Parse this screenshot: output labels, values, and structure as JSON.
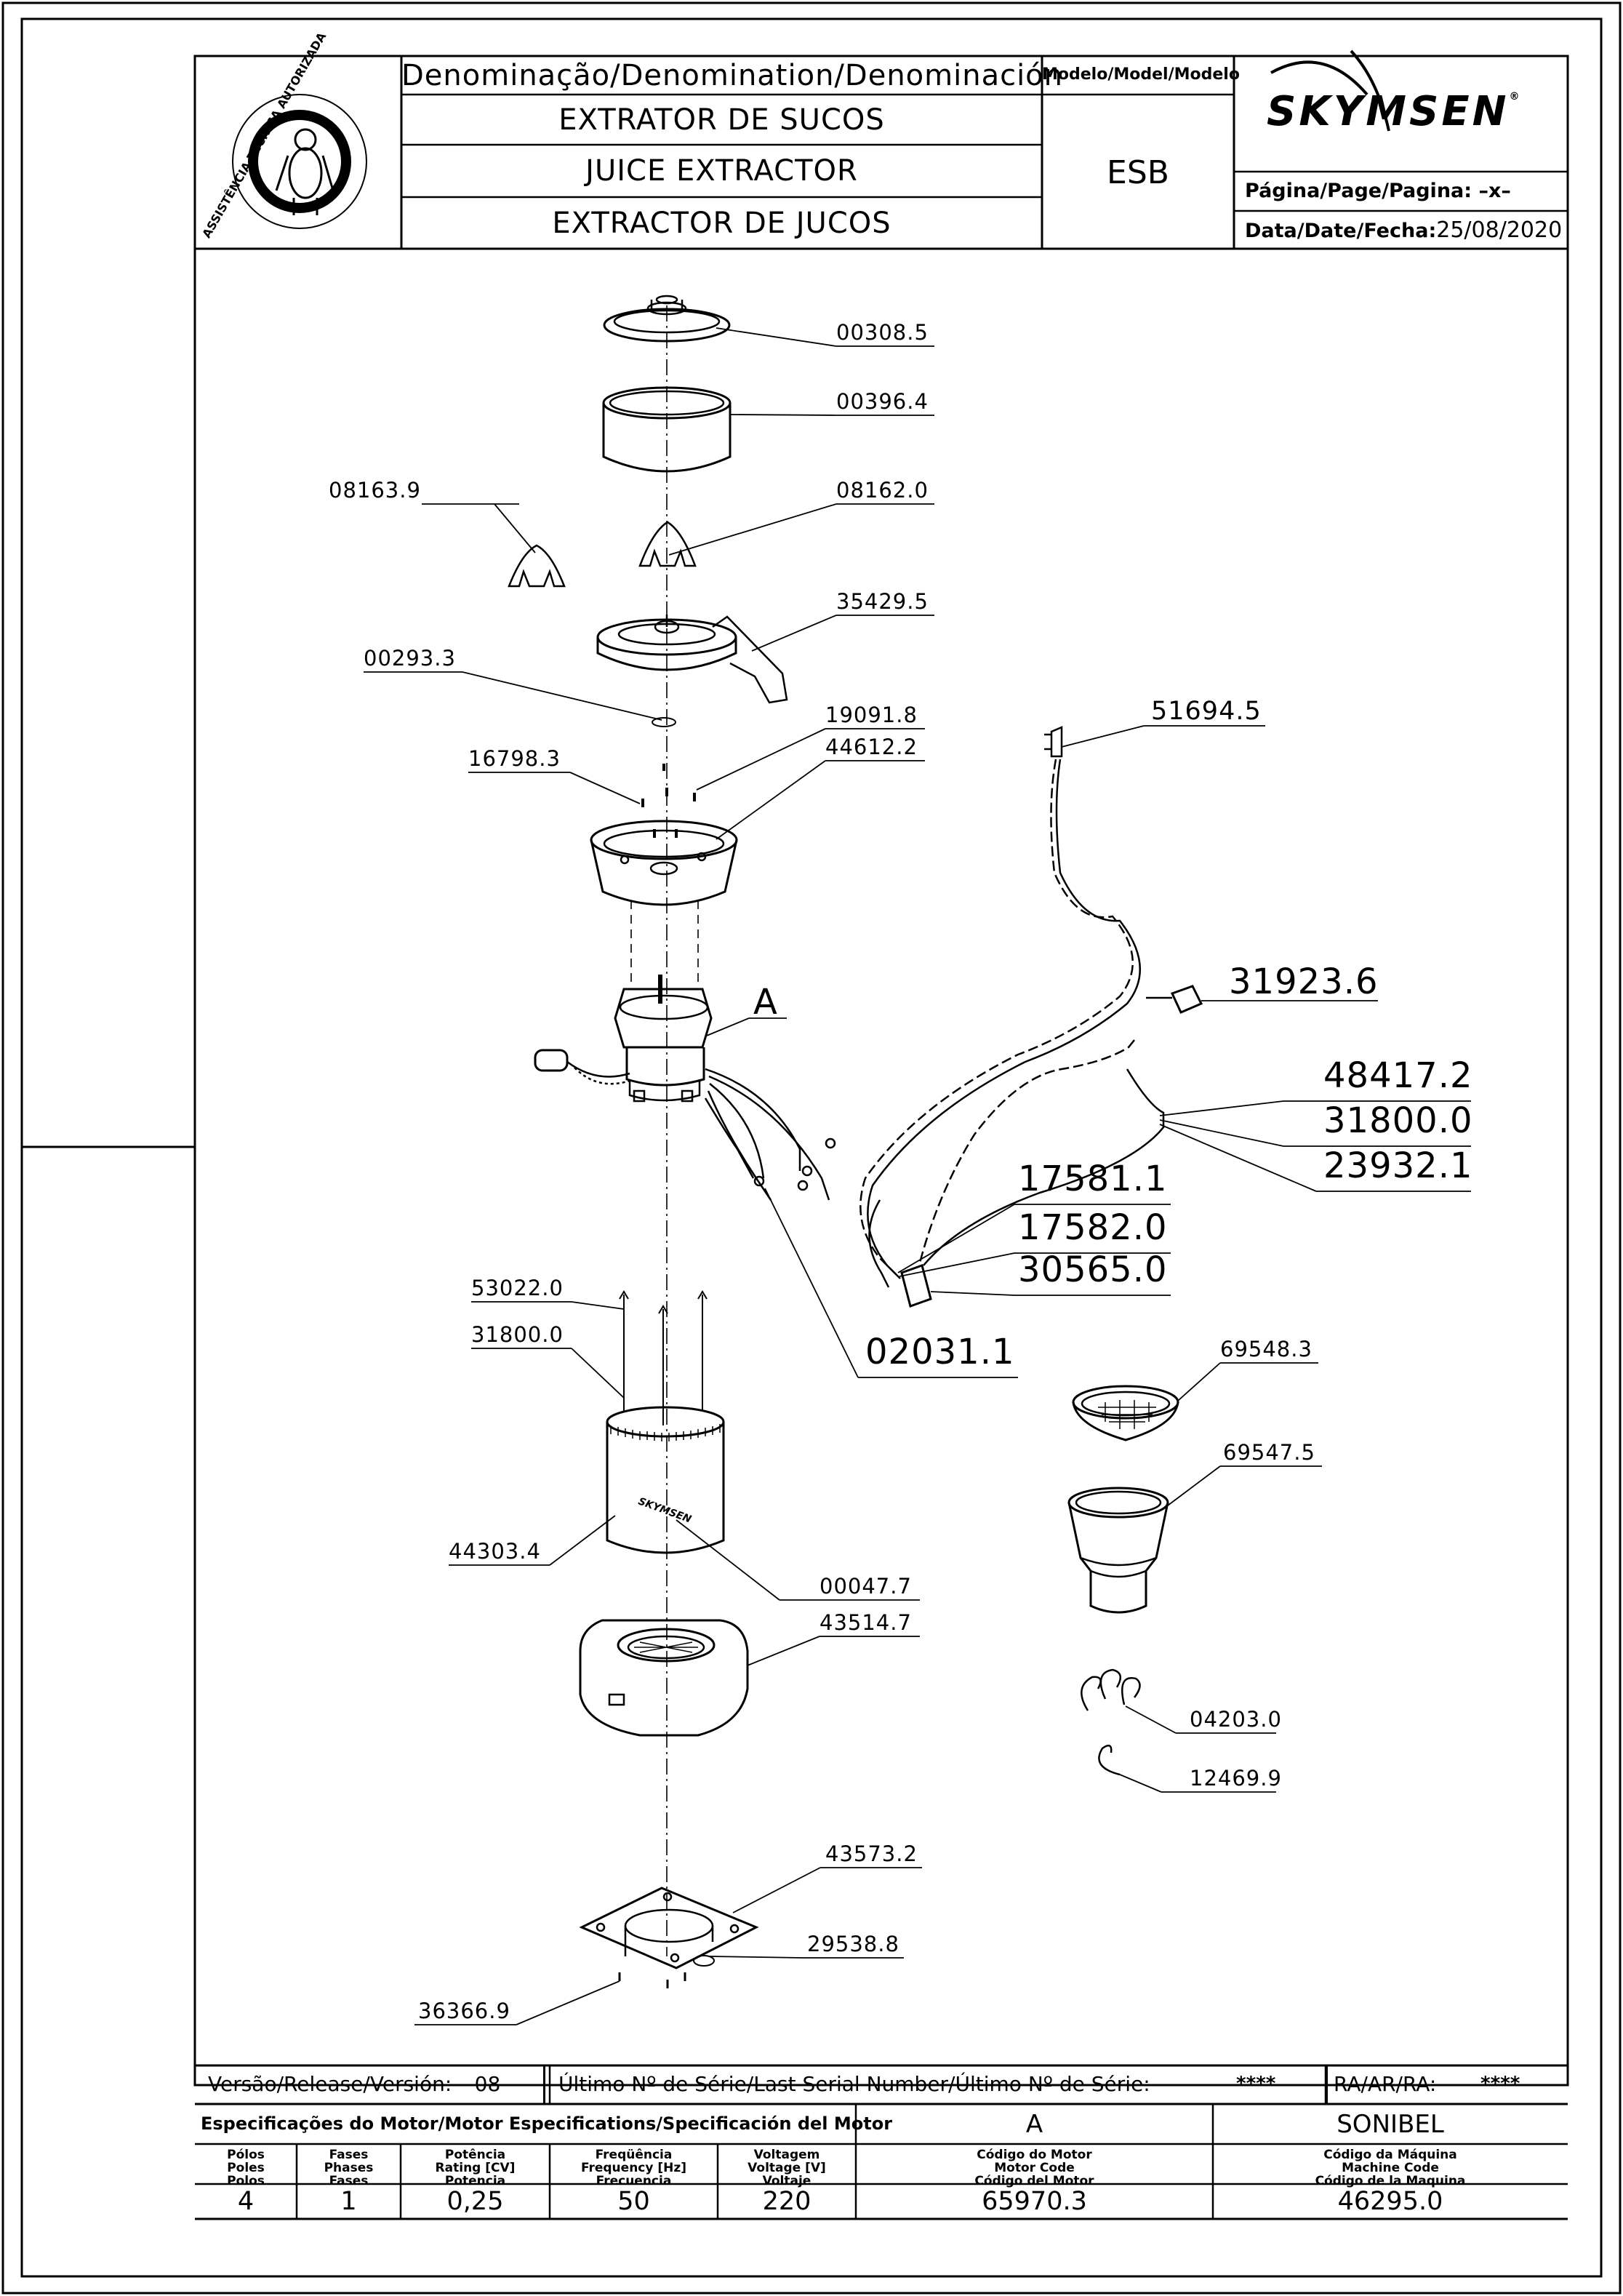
{
  "header": {
    "denomination_label": "Denominação/Denomination/Denominación",
    "model_label": "Modelo/Model/Modelo",
    "names": [
      "EXTRATOR DE SUCOS",
      "JUICE EXTRACTOR",
      "EXTRACTOR DE JUCOS"
    ],
    "model": "ESB",
    "brand": "SKYMSEN",
    "brand_mark": "®",
    "page_label": "Página/Page/Pagina:",
    "page_value": "–x–",
    "date_label": "Data/Date/Fecha:",
    "date_value": "25/08/2020",
    "seal_text": "ASSISTÊNCIA TÉCNICA AUTORIZADA"
  },
  "parts": [
    {
      "id": "p1",
      "code": "00308.5"
    },
    {
      "id": "p2",
      "code": "00396.4"
    },
    {
      "id": "p3",
      "code": "08163.9"
    },
    {
      "id": "p4",
      "code": "08162.0"
    },
    {
      "id": "p5",
      "code": "35429.5"
    },
    {
      "id": "p6",
      "code": "00293.3"
    },
    {
      "id": "p7",
      "code": "19091.8"
    },
    {
      "id": "p8",
      "code": "44612.2"
    },
    {
      "id": "p9",
      "code": "16798.3"
    },
    {
      "id": "p10",
      "code": "51694.5"
    },
    {
      "id": "p11",
      "code": "31923.6"
    },
    {
      "id": "p12",
      "code": "48417.2"
    },
    {
      "id": "p13",
      "code": "31800.0"
    },
    {
      "id": "p14",
      "code": "23932.1"
    },
    {
      "id": "p15",
      "code": "17581.1"
    },
    {
      "id": "p16",
      "code": "17582.0"
    },
    {
      "id": "p17",
      "code": "30565.0"
    },
    {
      "id": "p18",
      "code": "02031.1"
    },
    {
      "id": "p19",
      "code": "53022.0"
    },
    {
      "id": "p20",
      "code": "31800.0"
    },
    {
      "id": "p21",
      "code": "69548.3"
    },
    {
      "id": "p22",
      "code": "69547.5"
    },
    {
      "id": "p23",
      "code": "44303.4"
    },
    {
      "id": "p24",
      "code": "00047.7"
    },
    {
      "id": "p25",
      "code": "43514.7"
    },
    {
      "id": "p26",
      "code": "04203.0"
    },
    {
      "id": "p27",
      "code": "12469.9"
    },
    {
      "id": "p28",
      "code": "43573.2"
    },
    {
      "id": "p29",
      "code": "29538.8"
    },
    {
      "id": "p30",
      "code": "36366.9"
    }
  ],
  "motor_callout": "A",
  "cylinder_brand": "SKYMSEN",
  "footer": {
    "release_label": "Versão/Release/Versión:",
    "release_value": "08",
    "serial_label": "Último Nº de Série/Last Serial Number/Último Nº de Série:",
    "serial_value": "****",
    "ra_label": "RA/AR/RA:",
    "ra_value": "****",
    "motor_spec_label": "Especificações do Motor/Motor Especifications/Specificación del Motor",
    "motor_letter": "A",
    "manufacturer": "SONIBEL",
    "columns": [
      {
        "h1": "Pólos",
        "h2": "Poles",
        "h3": "Polos",
        "value": "4"
      },
      {
        "h1": "Fases",
        "h2": "Phases",
        "h3": "Fases",
        "value": "1"
      },
      {
        "h1": "Potência",
        "h2": "Rating [CV]",
        "h3": "Potencia",
        "value": "0,25"
      },
      {
        "h1": "Freqüência",
        "h2": "Frequency [Hz]",
        "h3": "Frecuencia",
        "value": "50"
      },
      {
        "h1": "Voltagem",
        "h2": "Voltage [V]",
        "h3": "Voltaje",
        "value": "220"
      },
      {
        "h1": "Código do Motor",
        "h2": "Motor Code",
        "h3": "Código del Motor",
        "value": "65970.3"
      },
      {
        "h1": "Código da Máquina",
        "h2": "Machine Code",
        "h3": "Código de la Maquina",
        "value": "46295.0"
      }
    ]
  }
}
